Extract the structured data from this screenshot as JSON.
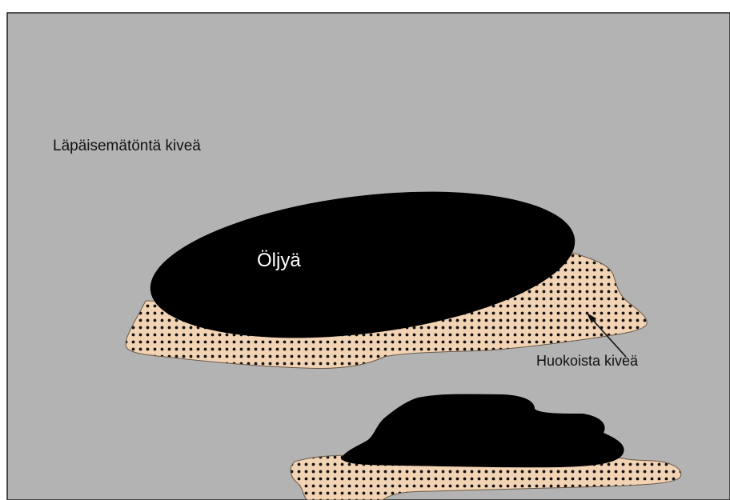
{
  "labels": {
    "impermeable_rock": "Läpäisemätöntä kiveä",
    "oil": "Öljyä",
    "porous_rock": "Huokoista kiveä"
  },
  "colors": {
    "impermeable_rock": "#b3b3b3",
    "porous_rock": "#f2d3b4",
    "porous_dots": "#111111",
    "oil": "#000000",
    "frame": "#222222"
  }
}
